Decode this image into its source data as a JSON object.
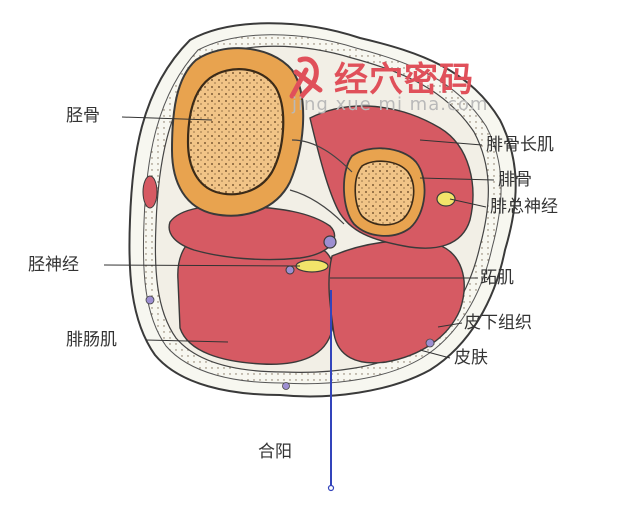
{
  "watermark": {
    "title": "经穴密码",
    "url": "jing xue mi ma.com"
  },
  "labels": {
    "tibia": "胫骨",
    "peroneus_longus": "腓骨长肌",
    "fibula": "腓骨",
    "common_peroneal_nerve": "腓总神经",
    "tibial_nerve": "胫神经",
    "hallux_muscle": "跖肌",
    "gastrocnemius": "腓肠肌",
    "subcutaneous_tissue": "皮下组织",
    "skin": "皮肤",
    "acupoint": "合阳"
  },
  "colors": {
    "skin_fill": "#f4f4ee",
    "muscle": "#d85f68",
    "muscle_dark": "#b8474f",
    "tibia": "#e9a24c",
    "marrow": "#f1c487",
    "nerve": "#f2e46a",
    "vessel": "#9d8fd1",
    "needle": "#3344bb",
    "watermark": "#e0505a"
  }
}
